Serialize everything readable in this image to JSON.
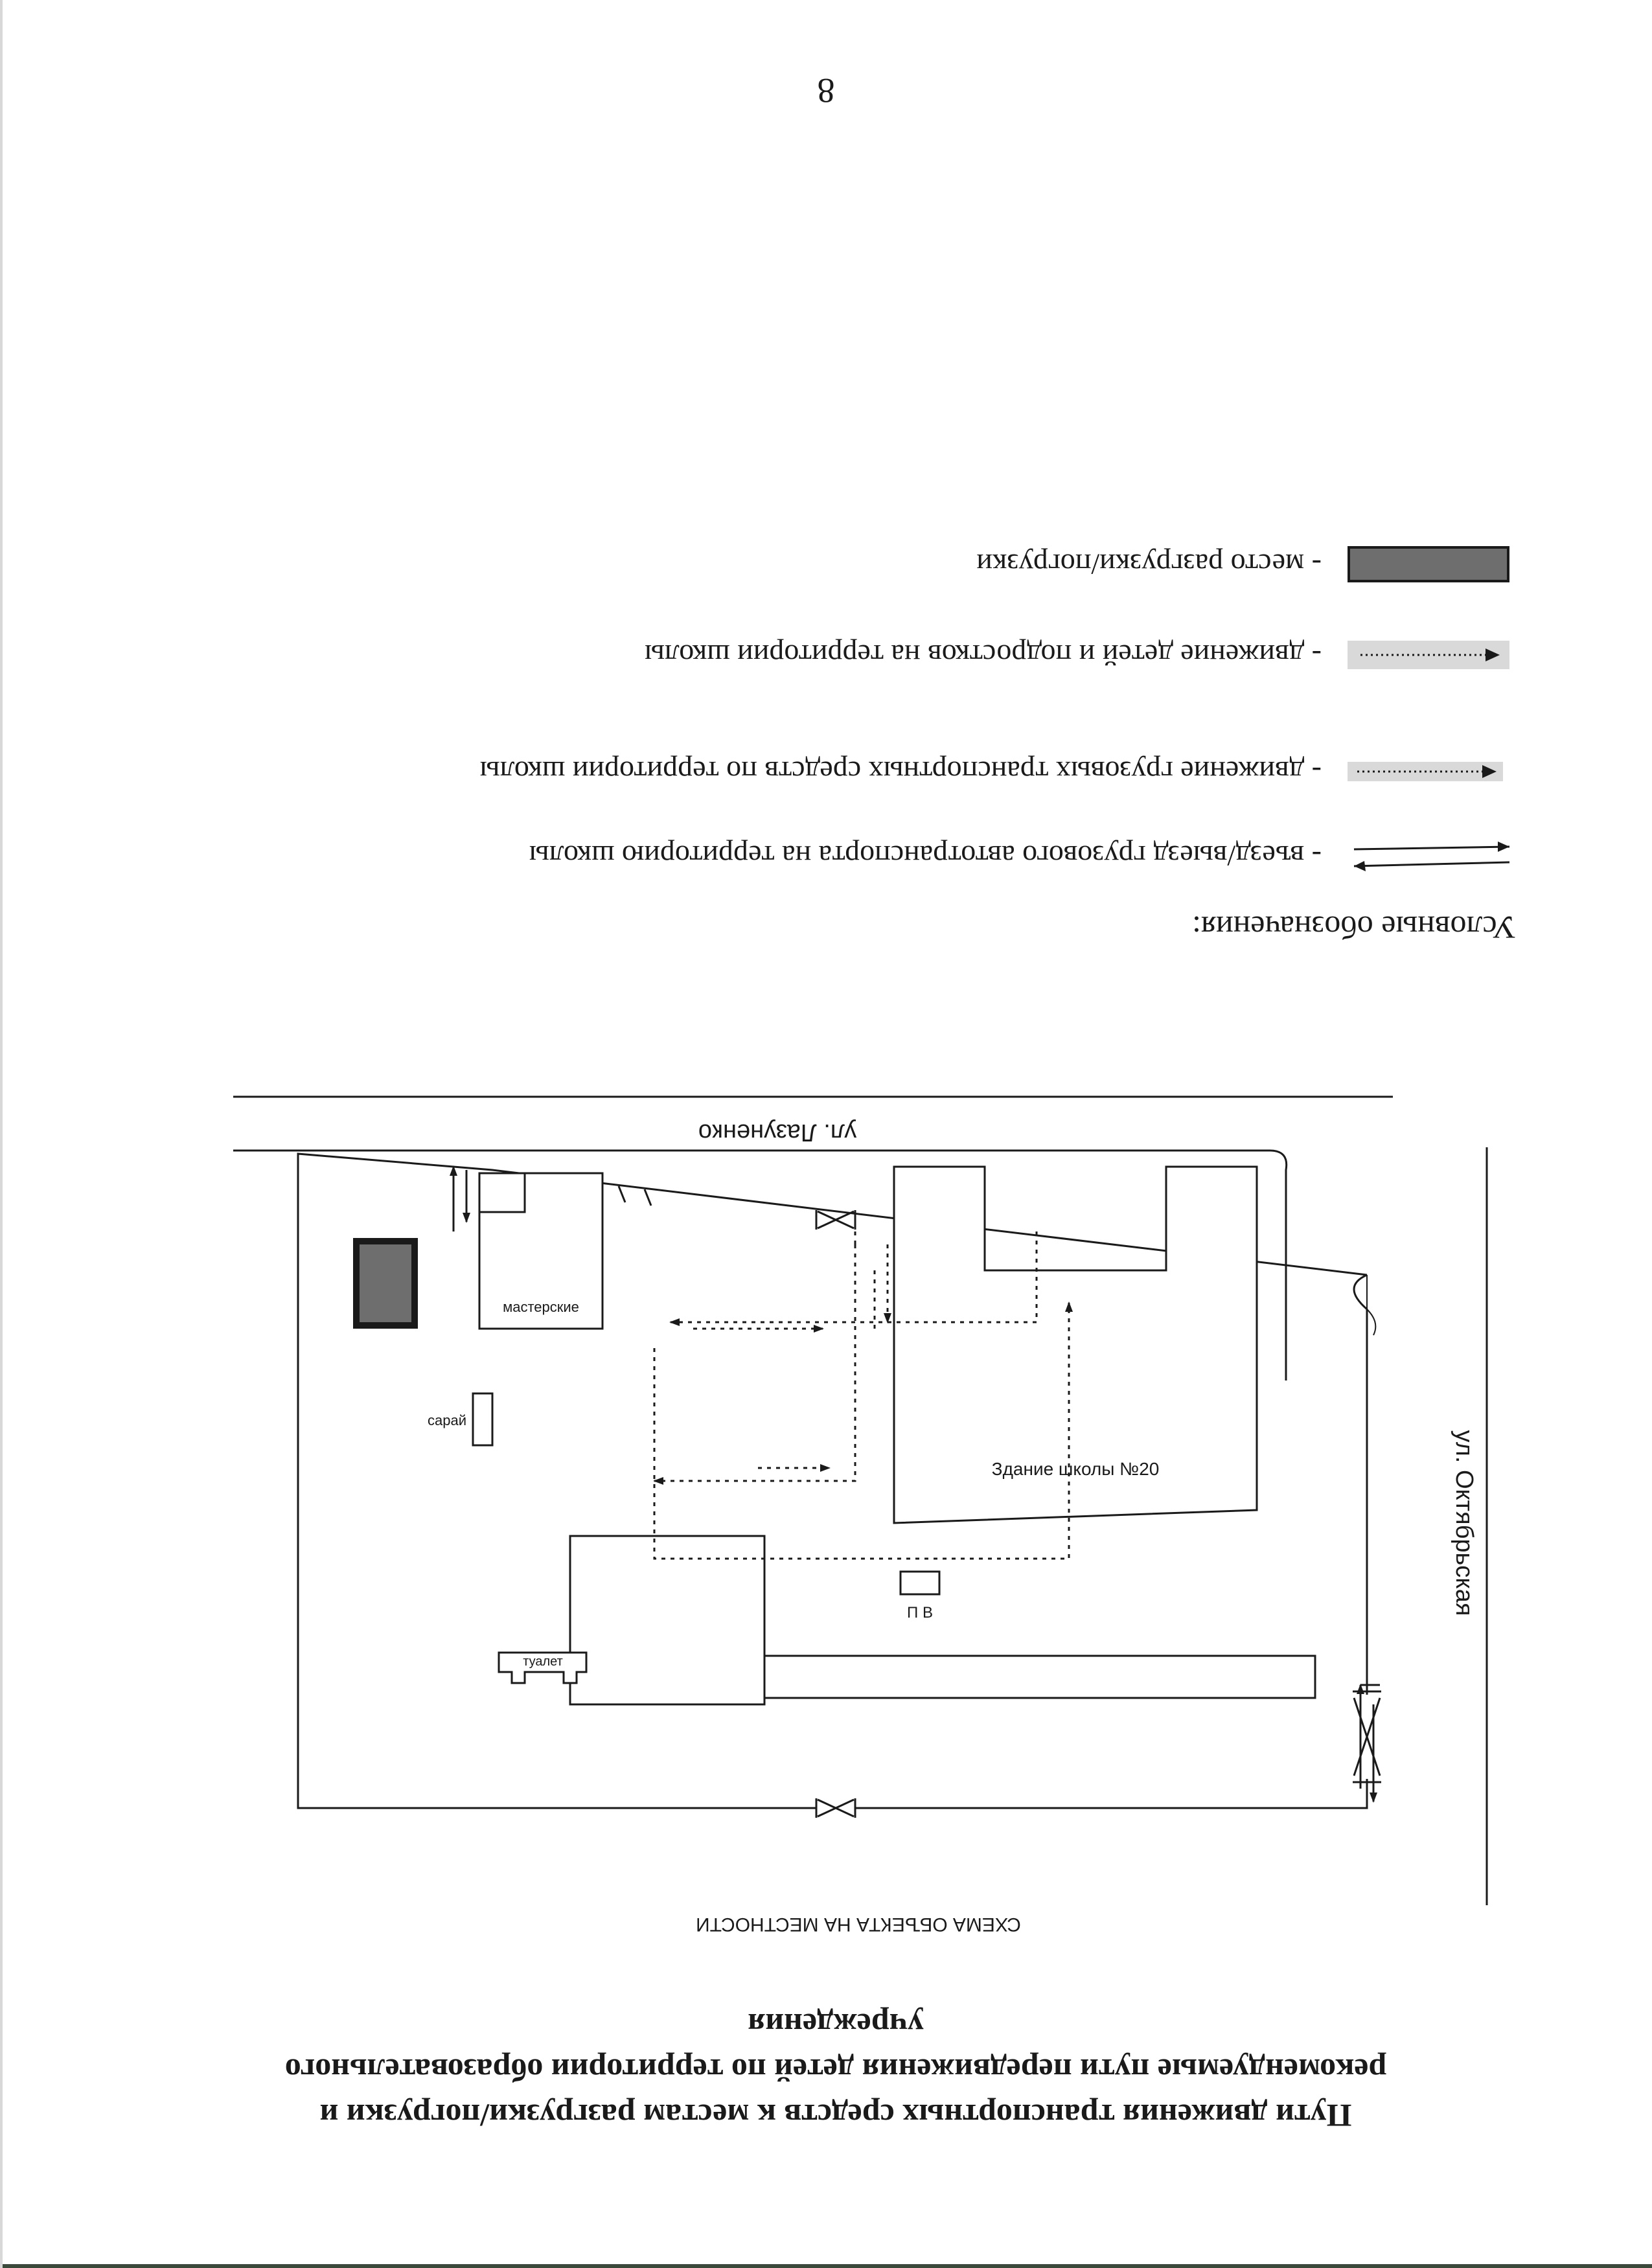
{
  "title": {
    "line1": "Пути движения транспортных средств к местам разгрузки/погрузки и",
    "line2": "рекомендуемые пути передвижения детей по территории образовательного",
    "line3": "учреждения"
  },
  "scheme": {
    "caption": "СХЕМА ОБЪЕКТА НА МЕСТНОСТИ",
    "street_right": "ул. Октябрьская",
    "street_top": "ул. Лазуненко",
    "building_school": "Здание школы №20",
    "building_workshops": "мастерские",
    "building_shed": "сарай",
    "building_toilet": "туалет",
    "post_label": "П В"
  },
  "legend": {
    "heading": "Условные обозначения:",
    "items": [
      {
        "text": "- въезд/выезд грузового автотранспорта на территорию школы",
        "symbol": "double-arrow-icon"
      },
      {
        "text": "- движение грузовых транспортных средств по территории школы",
        "symbol": "dotted-arrow-icon"
      },
      {
        "text": "- движение детей и подростков на территории школы",
        "symbol": "dotted-arrow-icon"
      },
      {
        "text": "- место разгрузки/погрузки",
        "symbol": "gray-rectangle-icon"
      }
    ]
  },
  "page_number": "8",
  "colors": {
    "ink": "#1a1a1a",
    "loading_area": "#6e6e6e",
    "legend_band": "#d9d9d9"
  }
}
